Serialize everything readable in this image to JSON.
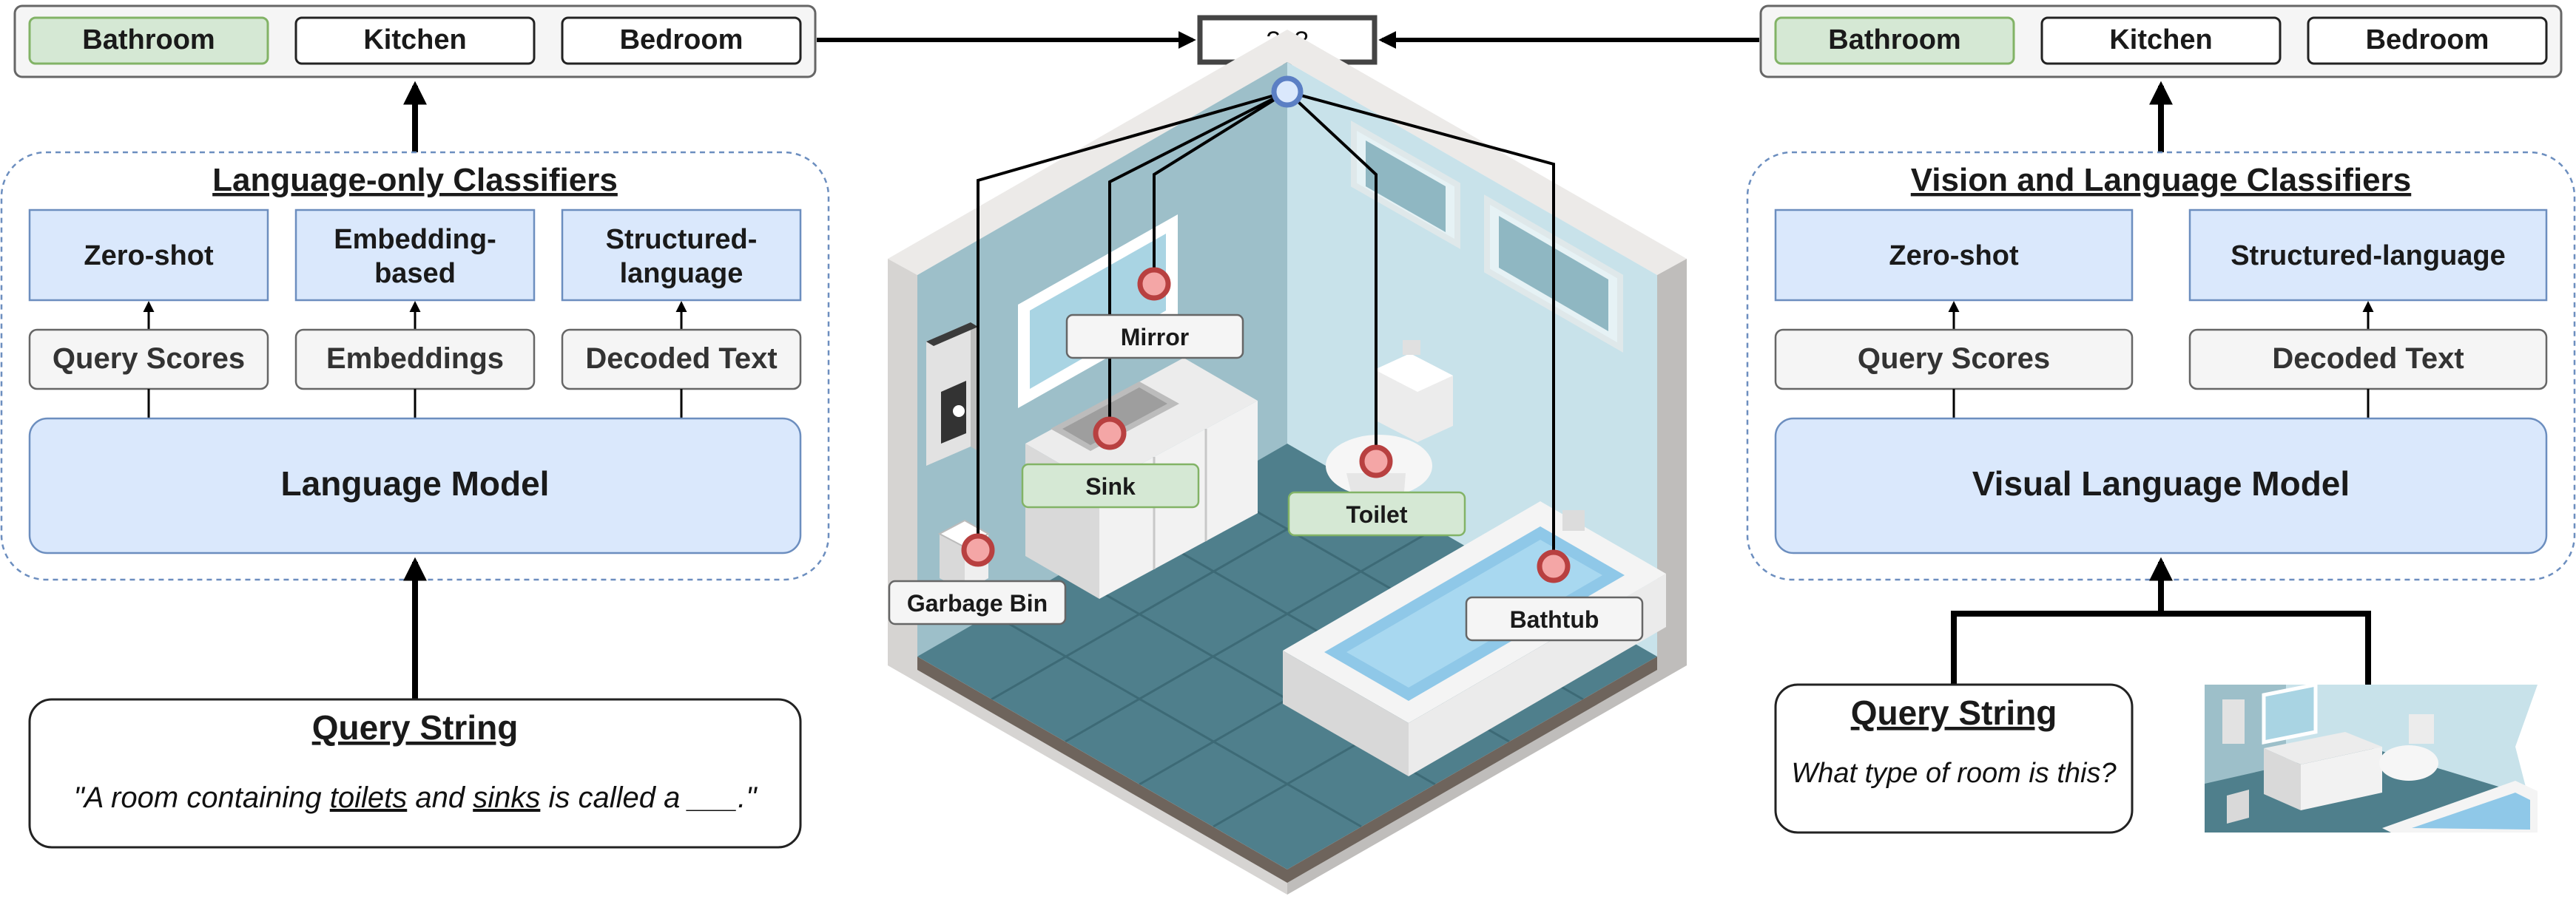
{
  "left": {
    "room_options": [
      "Bathroom",
      "Kitchen",
      "Bedroom"
    ],
    "section_title": "Language-only Classifiers",
    "classifiers": [
      {
        "line1": "Zero-shot",
        "line2": ""
      },
      {
        "line1": "Embedding-",
        "line2": "based"
      },
      {
        "line1": "Structured-",
        "line2": "language"
      }
    ],
    "intermediates": [
      "Query Scores",
      "Embeddings",
      "Decoded Text"
    ],
    "model_label": "Language Model",
    "query_title": "Query String",
    "query_parts": [
      "\"A room containing ",
      "toilets",
      " and ",
      "sinks",
      " is called a ___.\""
    ]
  },
  "right": {
    "room_options": [
      "Bathroom",
      "Kitchen",
      "Bedroom"
    ],
    "section_title": "Vision and Language Classifiers",
    "classifiers": [
      "Zero-shot",
      "Structured-language"
    ],
    "intermediates": [
      "Query Scores",
      "Decoded Text"
    ],
    "model_label": "Visual Language Model",
    "query_title": "Query String",
    "query_text": "What type of room is this?"
  },
  "center": {
    "output_label": "???",
    "objects": [
      "Mirror",
      "Sink",
      "Toilet",
      "Garbage Bin",
      "Bathtub"
    ]
  },
  "colors": {
    "selected_green": "#d5e8d4",
    "selected_green_border": "#82b366",
    "classifier_blue": "#dae8fc",
    "classifier_blue_border": "#6c8ebf",
    "grey_box": "#f5f5f5",
    "grey_border": "#666666",
    "pin_red": "#f4a6a6",
    "pin_red_border": "#b84040",
    "pin_blue": "#dae8fc",
    "pin_blue_border": "#5b7fc4",
    "floor_tile": "#4f7f8c",
    "wall_left": "#9dbfc9",
    "wall_right": "#c8e2ea"
  }
}
